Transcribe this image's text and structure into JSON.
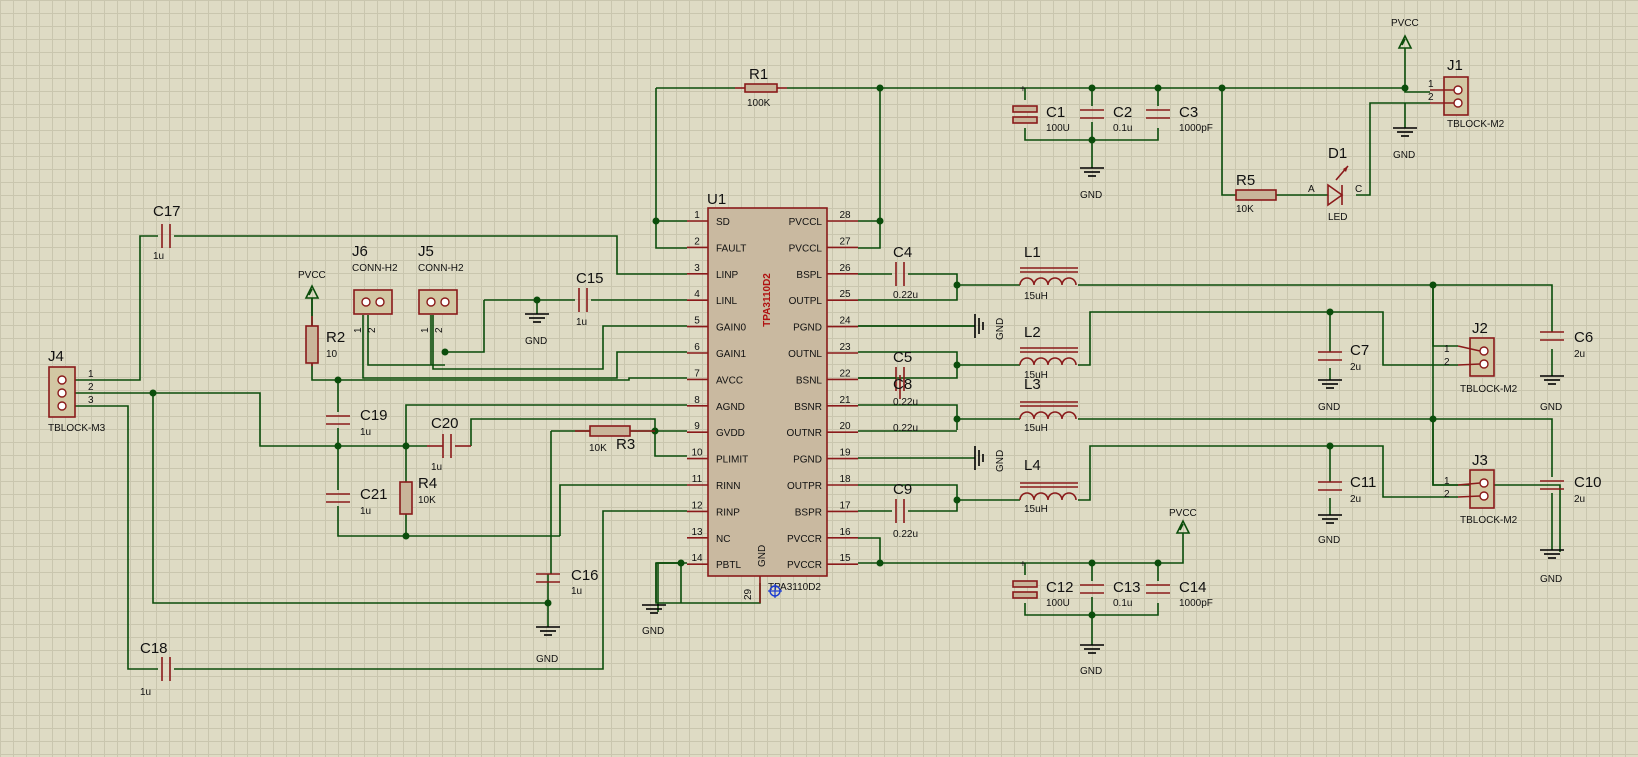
{
  "ic": {
    "ref": "U1",
    "part": "TPA3110D2",
    "part_below": "TPA3110D2",
    "gnd_label": "GND",
    "gnd_pin": "29",
    "left_pins": [
      {
        "num": "1",
        "name": "SD"
      },
      {
        "num": "2",
        "name": "FAULT"
      },
      {
        "num": "3",
        "name": "LINP"
      },
      {
        "num": "4",
        "name": "LINL"
      },
      {
        "num": "5",
        "name": "GAIN0"
      },
      {
        "num": "6",
        "name": "GAIN1"
      },
      {
        "num": "7",
        "name": "AVCC"
      },
      {
        "num": "8",
        "name": "AGND"
      },
      {
        "num": "9",
        "name": "GVDD"
      },
      {
        "num": "10",
        "name": "PLIMIT"
      },
      {
        "num": "11",
        "name": "RINN"
      },
      {
        "num": "12",
        "name": "RINP"
      },
      {
        "num": "13",
        "name": "NC"
      },
      {
        "num": "14",
        "name": "PBTL"
      }
    ],
    "right_pins": [
      {
        "num": "28",
        "name": "PVCCL"
      },
      {
        "num": "27",
        "name": "PVCCL"
      },
      {
        "num": "26",
        "name": "BSPL"
      },
      {
        "num": "25",
        "name": "OUTPL"
      },
      {
        "num": "24",
        "name": "PGND"
      },
      {
        "num": "23",
        "name": "OUTNL"
      },
      {
        "num": "22",
        "name": "BSNL"
      },
      {
        "num": "21",
        "name": "BSNR"
      },
      {
        "num": "20",
        "name": "OUTNR"
      },
      {
        "num": "19",
        "name": "PGND"
      },
      {
        "num": "18",
        "name": "OUTPR"
      },
      {
        "num": "17",
        "name": "BSPR"
      },
      {
        "num": "16",
        "name": "PVCCR"
      },
      {
        "num": "15",
        "name": "PVCCR"
      }
    ]
  },
  "components": {
    "R1": {
      "ref": "R1",
      "value": "100K"
    },
    "R2": {
      "ref": "R2",
      "value": "10"
    },
    "R3": {
      "ref": "R3",
      "value": "10K"
    },
    "R4": {
      "ref": "R4",
      "value": "10K"
    },
    "R5": {
      "ref": "R5",
      "value": "10K"
    },
    "C1": {
      "ref": "C1",
      "value": "100U"
    },
    "C2": {
      "ref": "C2",
      "value": "0.1u"
    },
    "C3": {
      "ref": "C3",
      "value": "1000pF"
    },
    "C4": {
      "ref": "C4",
      "value": "0.22u"
    },
    "C5": {
      "ref": "C5",
      "value": "0.22u"
    },
    "C6": {
      "ref": "C6",
      "value": "2u"
    },
    "C7": {
      "ref": "C7",
      "value": "2u"
    },
    "C8": {
      "ref": "C8",
      "value": "0.22u"
    },
    "C9": {
      "ref": "C9",
      "value": "0.22u"
    },
    "C10": {
      "ref": "C10",
      "value": "2u"
    },
    "C11": {
      "ref": "C11",
      "value": "2u"
    },
    "C12": {
      "ref": "C12",
      "value": "100U"
    },
    "C13": {
      "ref": "C13",
      "value": "0.1u"
    },
    "C14": {
      "ref": "C14",
      "value": "1000pF"
    },
    "C15": {
      "ref": "C15",
      "value": "1u"
    },
    "C16": {
      "ref": "C16",
      "value": "1u"
    },
    "C17": {
      "ref": "C17",
      "value": "1u"
    },
    "C18": {
      "ref": "C18",
      "value": "1u"
    },
    "C19": {
      "ref": "C19",
      "value": "1u"
    },
    "C20": {
      "ref": "C20",
      "value": "1u"
    },
    "C21": {
      "ref": "C21",
      "value": "1u"
    },
    "L1": {
      "ref": "L1",
      "value": "15uH"
    },
    "L2": {
      "ref": "L2",
      "value": "15uH"
    },
    "L3": {
      "ref": "L3",
      "value": "15uH"
    },
    "L4": {
      "ref": "L4",
      "value": "15uH"
    },
    "D1": {
      "ref": "D1",
      "value": "LED",
      "anode": "A",
      "cathode": "C"
    },
    "J1": {
      "ref": "J1",
      "value": "TBLOCK-M2",
      "p1": "1",
      "p2": "2"
    },
    "J2": {
      "ref": "J2",
      "value": "TBLOCK-M2",
      "p1": "1",
      "p2": "2"
    },
    "J3": {
      "ref": "J3",
      "value": "TBLOCK-M2",
      "p1": "1",
      "p2": "2"
    },
    "J4": {
      "ref": "J4",
      "value": "TBLOCK-M3",
      "p1": "1",
      "p2": "2",
      "p3": "3"
    },
    "J5": {
      "ref": "J5",
      "value": "CONN-H2",
      "p1": "1",
      "p2": "2"
    },
    "J6": {
      "ref": "J6",
      "value": "CONN-H2",
      "p1": "1",
      "p2": "2"
    }
  },
  "power": {
    "pvcc": "PVCC",
    "gnd": "GND"
  },
  "colors": {
    "background": "#dedbc4",
    "grid": "#c9c6ae",
    "wire": "#0b4d0b",
    "component": "#8a1a1a"
  }
}
